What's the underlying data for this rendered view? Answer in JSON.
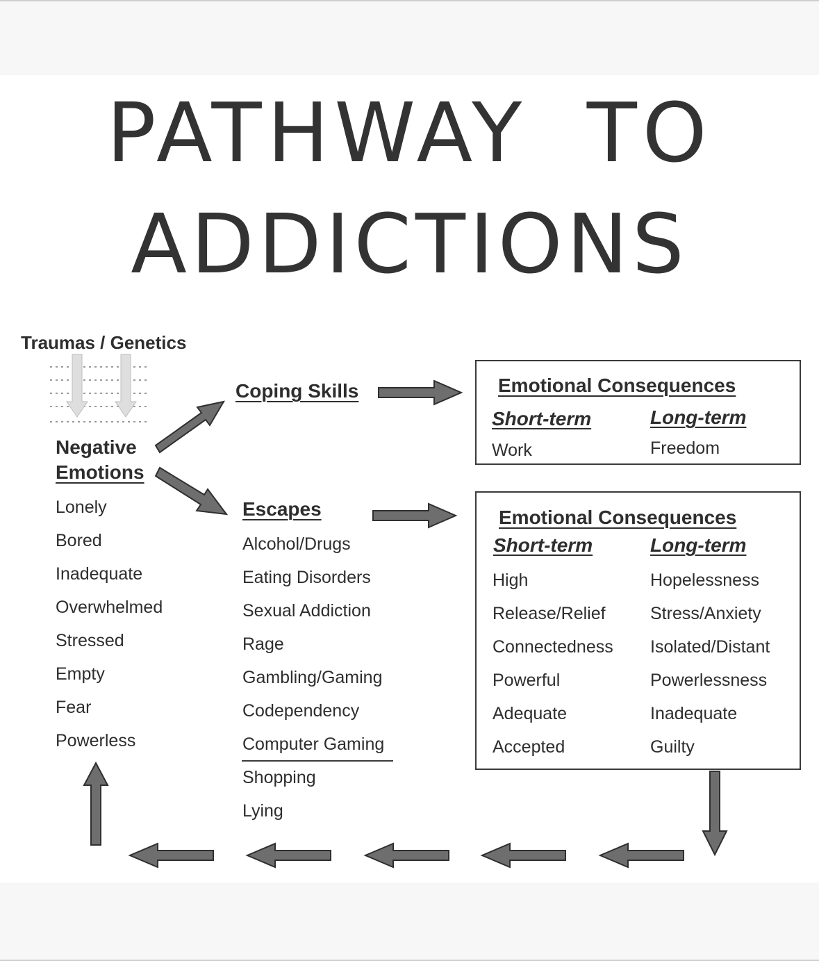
{
  "title": {
    "line1": "PATHWAY TO",
    "line2": "ADDICTIONS"
  },
  "origin": {
    "label": "Traumas / Genetics",
    "heading_line1": "Negative",
    "heading_line2": "Emotions",
    "items": [
      "Lonely",
      "Bored",
      "Inadequate",
      "Overwhelmed",
      "Stressed",
      "Empty",
      "Fear",
      "Powerless"
    ]
  },
  "coping": {
    "label": "Coping Skills"
  },
  "escapes": {
    "label": "Escapes",
    "items": [
      "Alcohol/Drugs",
      "Eating Disorders",
      "Sexual Addiction",
      "Rage",
      "Gambling/Gaming",
      "Codependency",
      "Computer Gaming",
      "Shopping",
      "Lying"
    ]
  },
  "consequences_coping": {
    "title": "Emotional Consequences",
    "short_label": "Short-term",
    "long_label": "Long-term",
    "short": [
      "Work"
    ],
    "long": [
      "Freedom"
    ]
  },
  "consequences_escapes": {
    "title": "Emotional Consequences",
    "short_label": "Short-term",
    "long_label": "Long-term",
    "short": [
      "High",
      "Release/Relief",
      "Connectedness",
      "Powerful",
      "Adequate",
      "Accepted"
    ],
    "long": [
      "Hopelessness",
      "Stress/Anxiety",
      "Isolated/Distant",
      "Powerlessness",
      "Inadequate",
      "Guilty"
    ]
  },
  "colors": {
    "arrow": "#6e6e6e",
    "arrow_outline": "#2f2f2f",
    "text": "#2e2e2e"
  }
}
